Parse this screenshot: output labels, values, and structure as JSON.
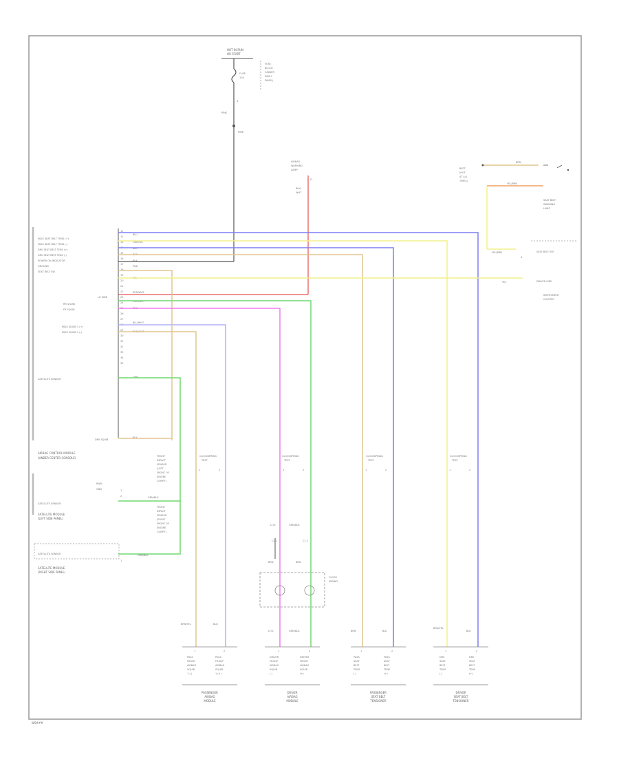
{
  "corner_code": "WS###",
  "ignition": {
    "source": [
      "HOT IN RUN",
      "OR START"
    ],
    "fuse_note": [
      "FUSE",
      "BLOCK",
      "(UNDER",
      "DASH",
      "PANEL)"
    ],
    "fuse": [
      "FUSE",
      "10A"
    ],
    "wires": [
      "PINK",
      "PINK"
    ]
  },
  "splice_label": [
    "AIRBAG",
    "WARNING",
    "LAMP"
  ],
  "splice_wire": [
    "BLK/",
    "WHT"
  ],
  "top_right": {
    "wire1": "BRN",
    "wire2": "YEL/BRN",
    "lbl_a": [
      "BATT",
      "(HOT",
      "AT ALL",
      "TIMES)"
    ],
    "lbl_b": [
      "SEAT BELT",
      "WARNING",
      "LAMP"
    ],
    "wire3": "YEL/BRN",
    "lbl_c": "SEAT BELT SW",
    "wire4": "YEL",
    "lbl_d": "DRIVER SIDE",
    "lbl_e": [
      "INSTRUMENT",
      "CLUSTER"
    ]
  },
  "ecu_labels": [
    "PASS SEAT BELT TENS (+)",
    "PASS SEAT BELT TENS (-)",
    "DRV SEAT BELT TENS (+)",
    "DRV SEAT BELT TENS (-)",
    "POWER ON INDICATOR",
    "GROUND",
    "SEAT BELT SW"
  ],
  "ecu_left_mid": [
    "LH SIDE",
    "RR SQUIB",
    "FR SQUIB"
  ],
  "ecu_left_low": [
    "PASS SQUIB 1 (+)",
    "PASS SQUIB 1 (-)"
  ],
  "ecu_left_bottom": "DRV SQUIB",
  "ecu_pins": [
    "11",
    "12",
    "13",
    "14",
    "15",
    "16",
    "17",
    "18",
    "19",
    "20",
    "21",
    "22",
    "23",
    "24",
    "25",
    "26",
    "27",
    "28",
    "29",
    "30",
    "31",
    "32",
    "33",
    "34",
    "35"
  ],
  "ecu_wires": [
    "BLU",
    "GRN/YEL",
    "BLU",
    "BRN",
    "BLK",
    "PNK",
    "YEL",
    "RED/WHT",
    "GRN/WHT",
    "PNK",
    "BLU/WHT",
    "BRN/WHT",
    "GRN",
    "BLK"
  ],
  "ecu_name": [
    "AIRBAG CONTROL MODULE",
    "(UNDER CENTER CONSOLE)"
  ],
  "sensor_blocks": [
    [
      "FRONT",
      "IMPACT",
      "SENSOR",
      "(LEFT",
      "FRONT OF",
      "ENGINE",
      "COMPT)"
    ],
    [
      "FRONT",
      "IMPACT",
      "SENSOR",
      "(RIGHT",
      "FRONT OF",
      "ENGINE",
      "COMPT)"
    ]
  ],
  "satellite": {
    "pins": [
      "1",
      "2"
    ],
    "pin_names": [
      "PWR",
      "GND"
    ],
    "wire": "GRN/BLK",
    "bus_label": "SATELLITE SENSOR",
    "bus_label2": "SATELLITE SENSOR",
    "module_name": [
      "SATELLITE MODULE",
      "(LEFT SIDE PANEL)"
    ],
    "module2_name": [
      "SATELLITE MODULE",
      "(RIGHT SIDE PANEL)"
    ]
  },
  "connectors": [
    {
      "name": [
        "CLOCKSPRING",
        "TEST"
      ],
      "pins": [
        "1",
        "2"
      ]
    },
    {
      "name": [
        "CLOCKSPRING",
        "TEST"
      ],
      "pins": [
        "1",
        "2"
      ]
    },
    {
      "name": [
        "CLOCKSPRING",
        "TEST"
      ],
      "pins": [
        "1",
        "2"
      ]
    },
    {
      "name": [
        "CLOCKSPRING",
        "TEST"
      ],
      "pins": [
        "1",
        "2"
      ]
    }
  ],
  "clockspring": {
    "wires": [
      "LT/G",
      "GRN/BLK"
    ],
    "conn_pins": [
      "C1 1",
      "C1 2"
    ],
    "wires2": [
      "BRN",
      "BRN"
    ],
    "name": [
      "CLOCK",
      "SPRING"
    ]
  },
  "bottom_wires": [
    "BRN/YEL",
    "BLU",
    "LT/G",
    "GRN/BLK",
    "BRN",
    "BLU",
    "BRN/YEL",
    "BLU"
  ],
  "squibs": [
    [
      "PASS",
      "FRONT",
      "AIRBAG",
      "SQUIB",
      "1 (-)"
    ],
    [
      "PASS",
      "FRONT",
      "AIRBAG",
      "SQUIB",
      "1 (+)"
    ],
    [
      "DRIVER",
      "FRONT",
      "AIRBAG",
      "SQUIB",
      "(-)"
    ],
    [
      "DRIVER",
      "FRONT",
      "AIRBAG",
      "SQUIB",
      "(+)"
    ],
    [
      "PASS",
      "SEAT",
      "BELT",
      "TENS",
      "(-)"
    ],
    [
      "PASS",
      "SEAT",
      "BELT",
      "TENS",
      "(+)"
    ],
    [
      "DRV",
      "SEAT",
      "BELT",
      "TENS",
      "(-)"
    ],
    [
      "DRV",
      "SEAT",
      "BELT",
      "TENS",
      "(+)"
    ]
  ],
  "squib_pins": [
    "1",
    "2",
    "1",
    "2",
    "1",
    "2",
    "1",
    "2"
  ],
  "groups": [
    [
      "PASSENGER",
      "AIRBAG",
      "MODULE"
    ],
    [
      "DRIVER",
      "AIRBAG",
      "MODULE"
    ],
    [
      "PASSENGER",
      "SEAT BELT",
      "TENSIONER"
    ],
    [
      "DRIVER",
      "SEAT BELT",
      "TENSIONER"
    ]
  ],
  "colors": {
    "blue": "#7f7ff5",
    "tan": "#e2c58e",
    "yellow": "#f2f08a",
    "red": "#ee6f6f",
    "green": "#6fd86f",
    "magenta": "#f27af2",
    "pink": "#f4a0c0",
    "black": "#555555",
    "orange": "#f0a060",
    "light_blue": "#b2b2f6"
  }
}
